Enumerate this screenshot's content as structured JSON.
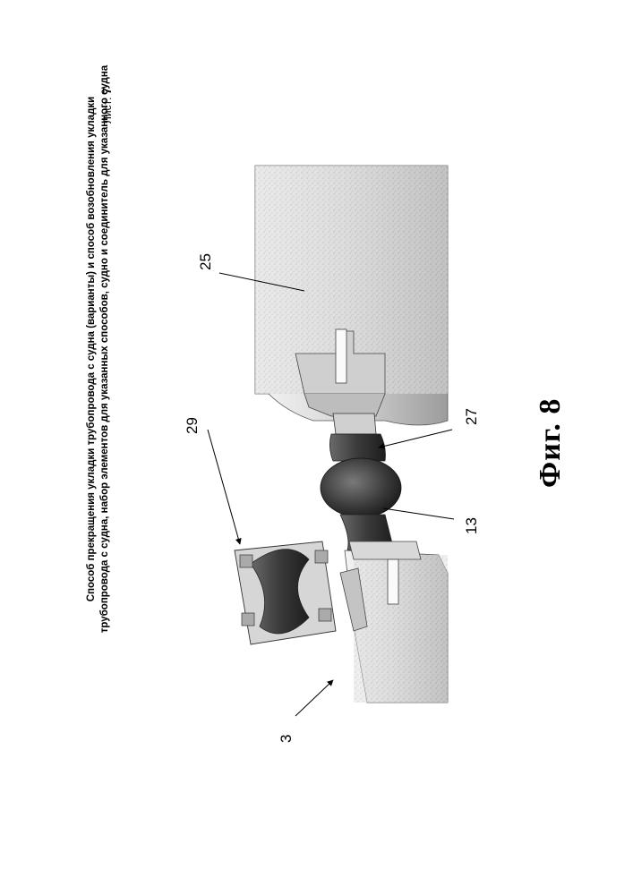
{
  "header": {
    "line1": "Способ прекращения укладки трубопровода с судна (варианты) и способ возобновления укладки",
    "line2": "трубопровода с судна, набор элементов для указанных способов, судно и соединитель для указанного судна",
    "sheet_label": "Лист:",
    "sheet_number": "7"
  },
  "figure": {
    "caption": "Фиг. 8",
    "labels": {
      "ref_25": "25",
      "ref_29": "29",
      "ref_27": "27",
      "ref_13": "13",
      "ref_3": "3"
    }
  }
}
